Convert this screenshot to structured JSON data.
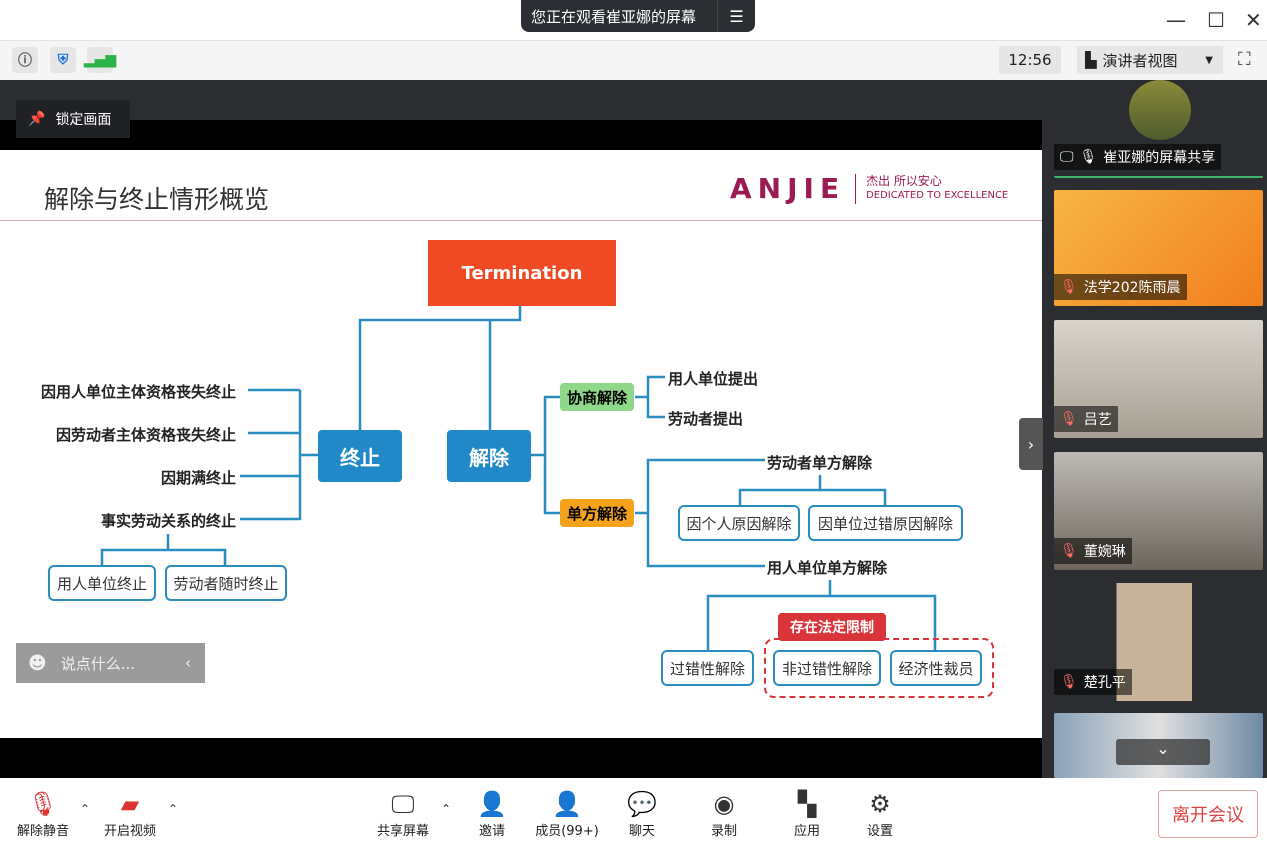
{
  "title_bar": {
    "share_notice": "您正在观看崔亚娜的屏幕",
    "menu_icon": "menu-icon",
    "minimize": "—",
    "maximize": "☐",
    "close": "✕"
  },
  "toolbar": {
    "time": "12:56",
    "view_mode": "演讲者视图"
  },
  "lock_screen": "锁定画面",
  "slide": {
    "title": "解除与终止情形概览",
    "logo": {
      "brand": "ANJIE",
      "slogan_cn": "杰出 所以安心",
      "slogan_en": "DEDICATED TO EXCELLENCE"
    },
    "root": "Termination",
    "terminate": {
      "label": "终止",
      "items": [
        "因用人单位主体资格丧失终止",
        "因劳动者主体资格丧失终止",
        "因期满终止",
        "事实劳动关系的终止"
      ],
      "sub": [
        "用人单位终止",
        "劳动者随时终止"
      ]
    },
    "dissolve": {
      "label": "解除",
      "negotiated": {
        "label": "协商解除",
        "items": [
          "用人单位提出",
          "劳动者提出"
        ]
      },
      "unilateral": {
        "label": "单方解除",
        "employee": {
          "label": "劳动者单方解除",
          "items": [
            "因个人原因解除",
            "因单位过错原因解除"
          ]
        },
        "employer": {
          "label": "用人单位单方解除",
          "items": [
            "过错性解除",
            "非过错性解除",
            "经济性裁员"
          ],
          "restriction": "存在法定限制"
        }
      }
    }
  },
  "chat_placeholder": "说点什么...",
  "participants": [
    {
      "name": "崔亚娜的屏幕共享"
    },
    {
      "name": "法学202陈雨晨"
    },
    {
      "name": "吕艺"
    },
    {
      "name": "董婉琳"
    },
    {
      "name": "楚孔平"
    }
  ],
  "bottom": {
    "mute": "解除静音",
    "video": "开启视频",
    "share": "共享屏幕",
    "invite": "邀请",
    "members": "成员(99+)",
    "chat": "聊天",
    "record": "录制",
    "apps": "应用",
    "settings": "设置",
    "leave": "离开会议"
  }
}
